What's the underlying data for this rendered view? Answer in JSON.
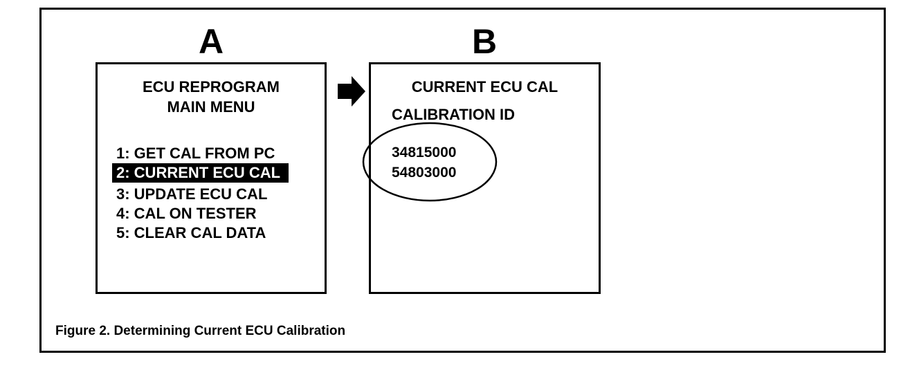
{
  "panel_a": {
    "letter": "A",
    "title_line1": "ECU REPROGRAM",
    "title_line2": "MAIN MENU",
    "menu_items": [
      {
        "label": "1: GET CAL FROM PC",
        "selected": false
      },
      {
        "label": "2: CURRENT ECU CAL",
        "selected": true
      },
      {
        "label": "3: UPDATE ECU CAL",
        "selected": false
      },
      {
        "label": "4: CAL ON TESTER",
        "selected": false
      },
      {
        "label": "5: CLEAR CAL DATA",
        "selected": false
      }
    ]
  },
  "panel_b": {
    "letter": "B",
    "title": "CURRENT ECU CAL",
    "subtitle": "CALIBRATION ID",
    "calibration_ids": [
      "34815000",
      "54803000"
    ]
  },
  "caption": "Figure 2. Determining Current ECU Calibration",
  "icons": {
    "arrow": "right-arrow-icon",
    "highlight": "ellipse-highlight"
  },
  "colors": {
    "ink": "#000000",
    "paper": "#ffffff"
  }
}
